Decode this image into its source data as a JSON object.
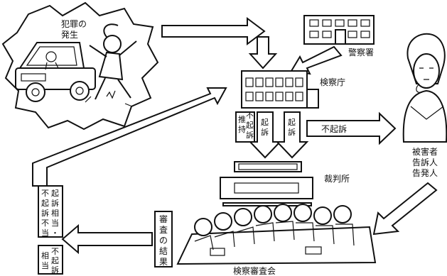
{
  "labels": {
    "crime": [
      "犯罪の",
      "発生"
    ],
    "police": "警察署",
    "prosecutor": "検察庁",
    "victim": [
      "被害者",
      "告訴人",
      "告発人"
    ],
    "court": "裁判所",
    "committee": "検察審査会",
    "non_prosecution": "不起訴",
    "prosecution_a": [
      "起",
      "訴"
    ],
    "prosecution_b": [
      "起",
      "訴"
    ],
    "continued": [
      [
        "推",
        "持"
      ],
      [
        "不",
        "起",
        "訴"
      ]
    ],
    "review_result": [
      "審",
      "査",
      "の",
      "結",
      "果"
    ],
    "verdict_prosecute": [
      [
        "起",
        "訴",
        "相",
        "当",
        "・"
      ],
      [
        "不",
        "起",
        "訴",
        "不",
        "当"
      ]
    ],
    "verdict_appropriate": [
      [
        "不",
        "起",
        "訴"
      ],
      [
        "相",
        "当"
      ]
    ]
  },
  "colors": {
    "ink": "#111111",
    "paper": "#ffffff",
    "shade": "#d8d8d8"
  }
}
